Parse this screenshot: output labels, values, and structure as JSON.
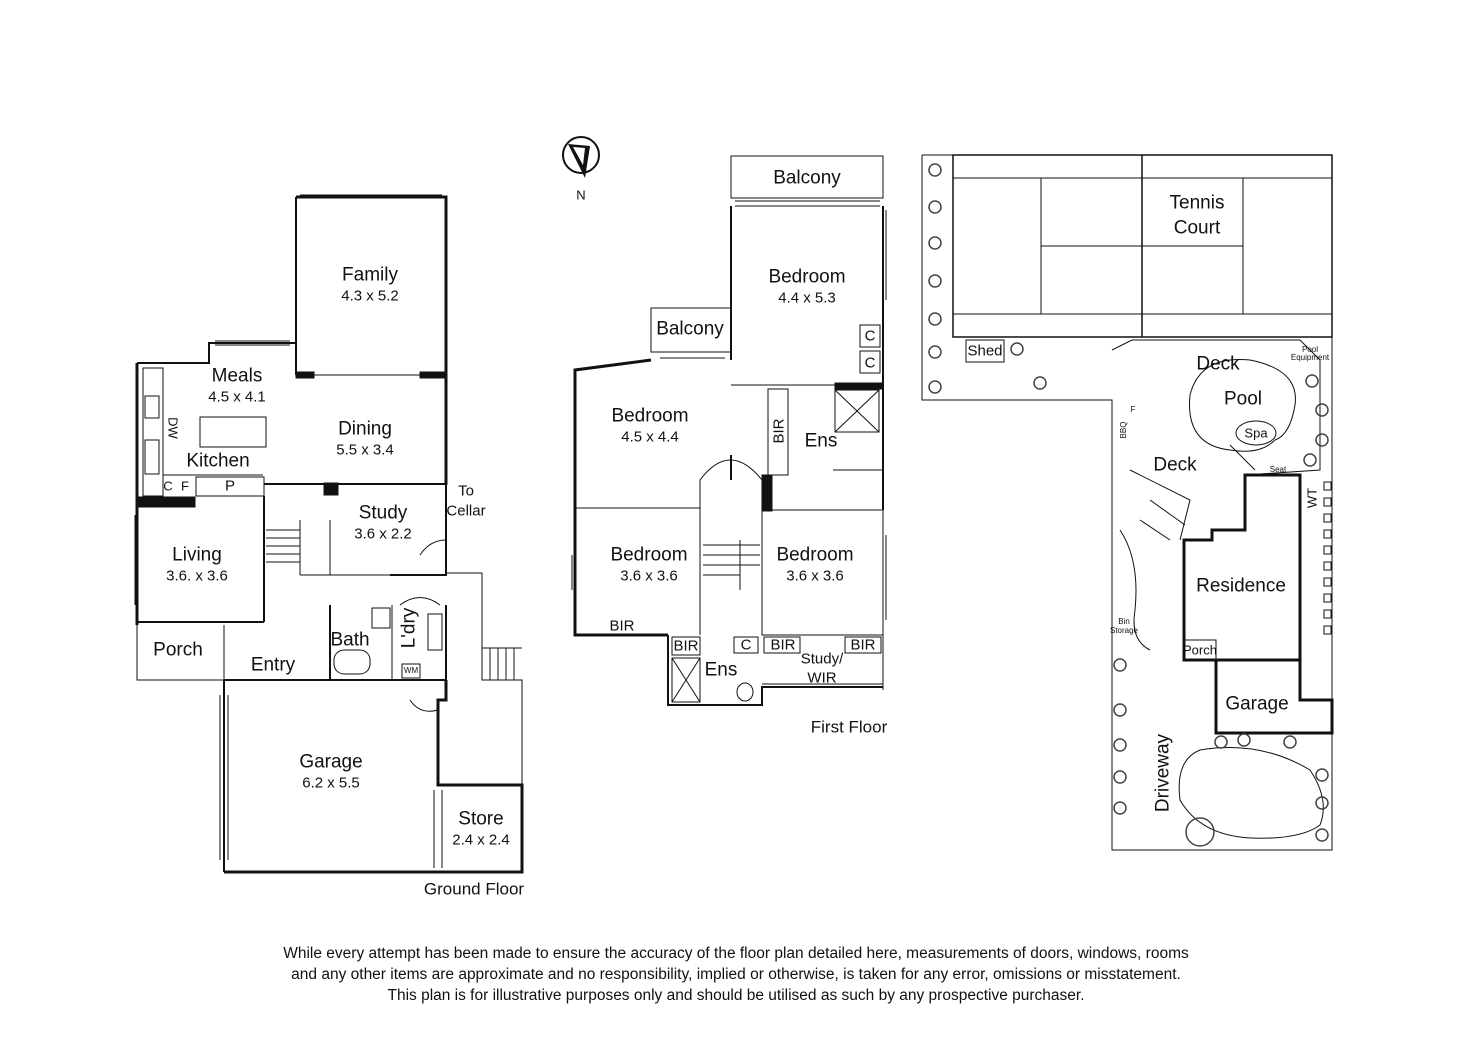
{
  "compass": {
    "label": "N"
  },
  "ground_floor": {
    "title": "Ground Floor",
    "rooms": {
      "family": {
        "name": "Family",
        "dim": "4.3 x 5.2"
      },
      "meals": {
        "name": "Meals",
        "dim": "4.5 x 4.1"
      },
      "dining": {
        "name": "Dining",
        "dim": "5.5 x 3.4"
      },
      "kitchen": {
        "name": "Kitchen"
      },
      "study": {
        "name": "Study",
        "dim": "3.6 x 2.2"
      },
      "living": {
        "name": "Living",
        "dim": "3.6. x 3.6"
      },
      "porch": {
        "name": "Porch"
      },
      "entry": {
        "name": "Entry"
      },
      "bath": {
        "name": "Bath"
      },
      "laundry": {
        "name": "L'dry"
      },
      "garage": {
        "name": "Garage",
        "dim": "6.2 x 5.5"
      },
      "store": {
        "name": "Store",
        "dim": "2.4 x 2.4"
      }
    },
    "labels": {
      "dw": "DW",
      "c": "C",
      "f": "F",
      "p": "P",
      "wm": "WM",
      "to_cellar_1": "To",
      "to_cellar_2": "Cellar"
    }
  },
  "first_floor": {
    "title": "First Floor",
    "rooms": {
      "balcony_top": {
        "name": "Balcony"
      },
      "bedroom_main": {
        "name": "Bedroom",
        "dim": "4.4 x 5.3"
      },
      "balcony_left": {
        "name": "Balcony"
      },
      "bedroom_left": {
        "name": "Bedroom",
        "dim": "4.5 x 4.4"
      },
      "ens_upper": {
        "name": "Ens"
      },
      "bedroom_lower_left": {
        "name": "Bedroom",
        "dim": "3.6 x 3.6"
      },
      "bedroom_lower_right": {
        "name": "Bedroom",
        "dim": "3.6 x 3.6"
      },
      "ens_lower": {
        "name": "Ens"
      },
      "study_wir_1": {
        "name": "Study/"
      },
      "study_wir_2": {
        "name": "WIR"
      }
    },
    "labels": {
      "bir_vertical": "BIR",
      "bir_left": "BIR",
      "bir_ens": "BIR",
      "bir_mid": "BIR",
      "bir_right": "BIR",
      "c1": "C",
      "c2": "C",
      "c3": "C"
    }
  },
  "site_plan": {
    "labels": {
      "tennis_1": "Tennis",
      "tennis_2": "Court",
      "shed": "Shed",
      "deck_top": "Deck",
      "pool": "Pool",
      "spa": "Spa",
      "deck_mid": "Deck",
      "residence": "Residence",
      "garage": "Garage",
      "porch": "Porch",
      "driveway": "Driveway",
      "wt": "WT",
      "bbq": "BBQ",
      "f": "F",
      "bin_1": "Bin",
      "bin_2": "Storage",
      "pool_eq_1": "Pool",
      "pool_eq_2": "Equipment",
      "seat": "Seat"
    }
  },
  "disclaimer": [
    "While every attempt has been made to ensure the accuracy of the floor plan detailed here, measurements of doors, windows, rooms",
    "and any other items are approximate and no responsibility, implied or otherwise, is taken for any error, omissions or misstatement.",
    "This plan is for illustrative purposes only and should be utilised as such by any prospective purchaser."
  ],
  "colors": {
    "wall": "#111111",
    "thin_line": "#555555",
    "tree": "#444444"
  }
}
